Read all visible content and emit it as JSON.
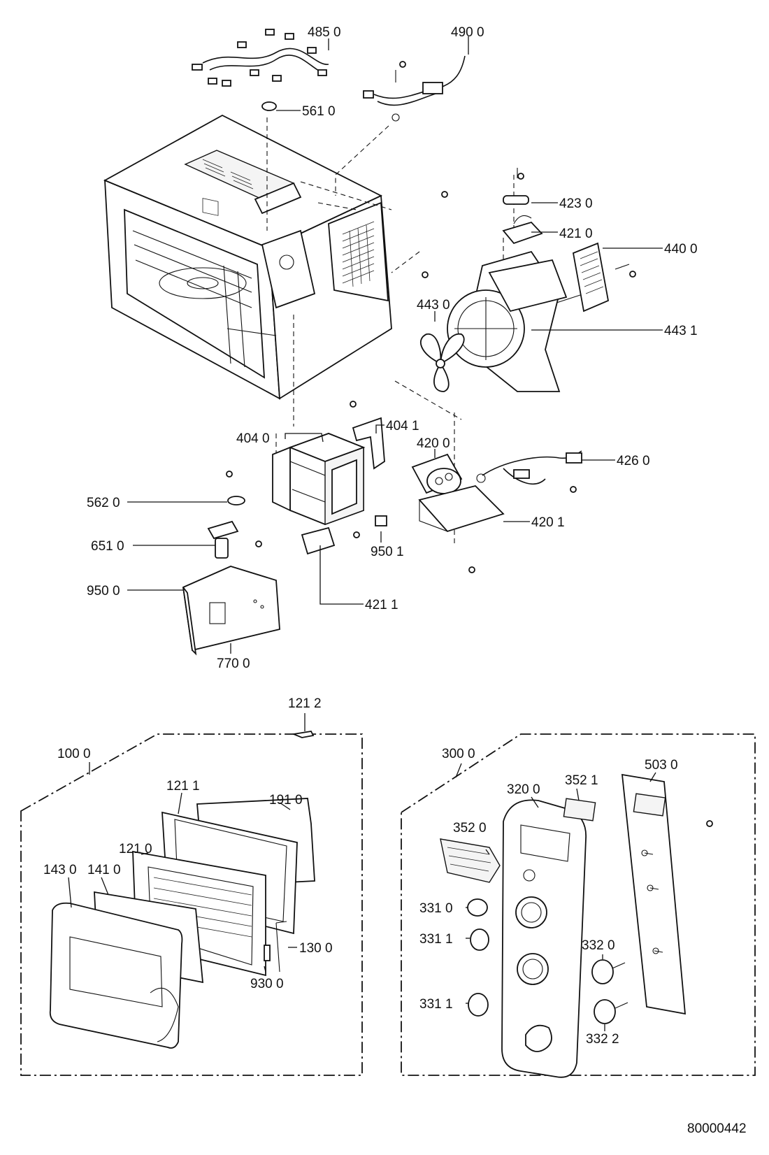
{
  "diagram": {
    "doc_number": "80000442",
    "labels": {
      "p4850": "485 0",
      "p4900": "490 0",
      "p5610": "561 0",
      "p4230": "423 0",
      "p4210": "421 0",
      "p4400": "440 0",
      "p4430": "443 0",
      "p4431": "443 1",
      "p4040": "404 0",
      "p4041": "404 1",
      "p4200": "420 0",
      "p4260": "426 0",
      "p5620": "562 0",
      "p4201": "420 1",
      "p6510": "651 0",
      "p9501": "950 1",
      "p9500": "950 0",
      "p4211": "421 1",
      "p7700": "770 0",
      "p1212": "121 2",
      "p1000": "100 0",
      "p3000": "300 0",
      "p5030": "503 0",
      "p1211": "121 1",
      "p1910": "191 0",
      "p3200": "320 0",
      "p3521": "352 1",
      "p1210": "121 0",
      "p1410": "141 0",
      "p1430": "143 0",
      "p3520": "352 0",
      "p3310": "331 0",
      "p3311a": "331 1",
      "p3320": "332 0",
      "p1300": "130 0",
      "p9300": "930 0",
      "p3311b": "331 1",
      "p3322": "332 2"
    }
  }
}
